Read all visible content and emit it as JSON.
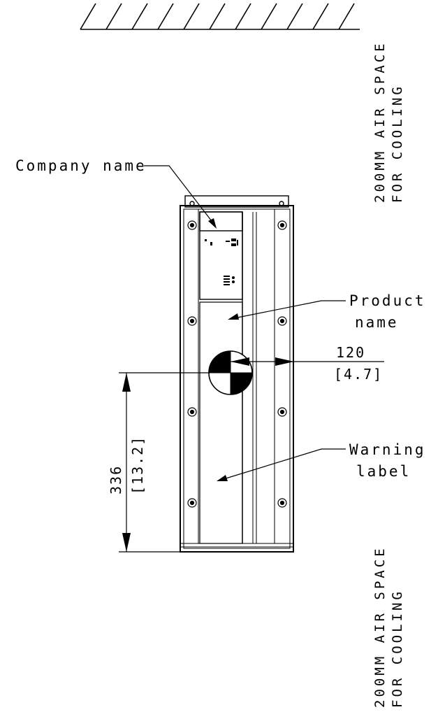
{
  "labels": {
    "company_name": "Company name",
    "product_name_line1": "Product",
    "product_name_line2": "name",
    "warning_label_line1": "Warning",
    "warning_label_line2": "label"
  },
  "dimensions": {
    "horizontal_mm": "120",
    "horizontal_in": "[4.7]",
    "vertical_mm": "336",
    "vertical_in": "[13.2]"
  },
  "clearance": {
    "top_line1": "200MM AIR SPACE",
    "top_line2": "FOR COOLING",
    "bottom_line1": "200MM AIR SPACE",
    "bottom_line2": "FOR COOLING"
  }
}
